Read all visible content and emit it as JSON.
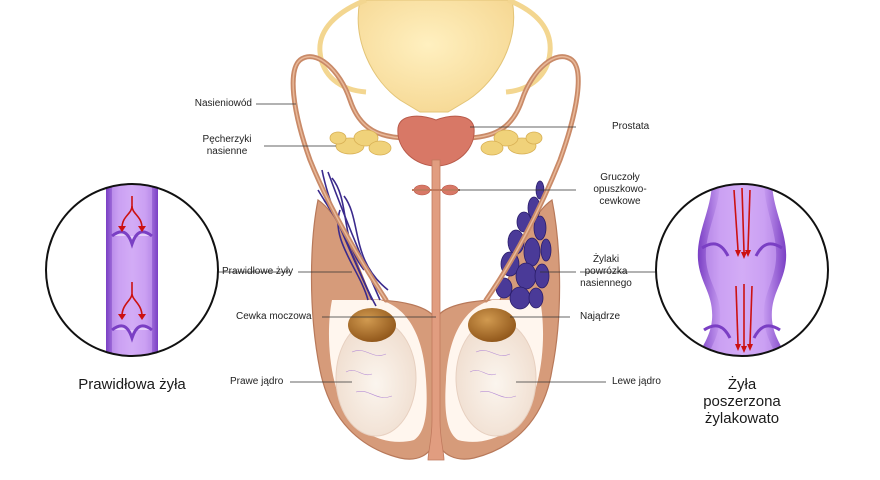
{
  "labels": {
    "vas_deferens": "Nasieniowód",
    "seminal_vesicles_1": "Pęcherzyki",
    "seminal_vesicles_2": "nasienne",
    "prostate": "Prostata",
    "bulbourethral_1": "Gruczoły",
    "bulbourethral_2": "opuszkowo-",
    "bulbourethral_3": "cewkowe",
    "normal_veins": "Prawidłowe żyły",
    "varicose_1": "Żylaki",
    "varicose_2": "powrózka",
    "varicose_3": "nasiennego",
    "urethra": "Cewka moczowa",
    "epididymis": "Najądrze",
    "right_testis": "Prawe jądro",
    "left_testis": "Lewe jądro"
  },
  "captions": {
    "normal_vein": "Prawidłowa żyła",
    "dilated_1": "Żyła",
    "dilated_2": "poszerzona",
    "dilated_3": "żylakowato"
  },
  "colors": {
    "bladder": "#fbe3a0",
    "skin": "#c98a68",
    "testis": "#f6ece2",
    "epididymis": "#a86a2a",
    "prostate": "#d87866",
    "vesicles": "#f0d27a",
    "vein_dark": "#3b2a8c",
    "vein_tube": "#b57fe8",
    "flow_arrow": "#cc1111"
  }
}
